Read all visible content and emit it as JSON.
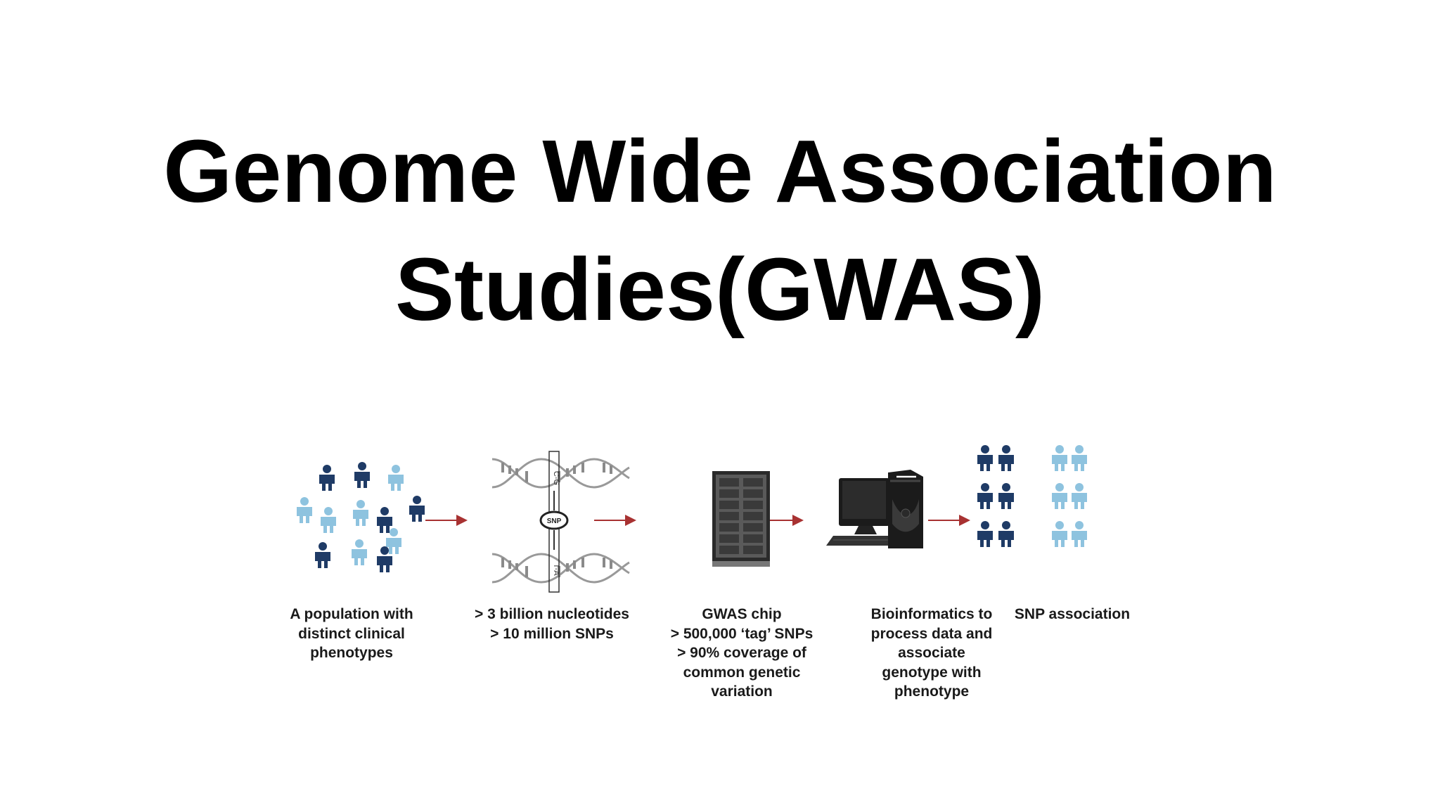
{
  "title": {
    "line1": "Genome Wide Association",
    "line2": "Studies(GWAS)"
  },
  "colors": {
    "dark_person": "#1f3b66",
    "light_person": "#8ec3df",
    "arrow": "#a83232",
    "dna": "#999999",
    "computer": "#1b1b1b"
  },
  "icons": [
    "population-icon",
    "dna-double-helix-icon",
    "gwas-chip-icon",
    "computer-icon",
    "snp-association-icon"
  ],
  "steps": [
    {
      "lines": [
        "A population with",
        "distinct clinical",
        "phenotypes"
      ]
    },
    {
      "lines": [
        "> 3 billion nucleotides",
        "> 10 million SNPs"
      ]
    },
    {
      "lines": [
        "GWAS chip",
        "> 500,000 ‘tag’ SNPs",
        "> 90% coverage of",
        "common genetic",
        "variation"
      ]
    },
    {
      "lines": [
        "Bioinformatics to",
        "process data and",
        "associate",
        "genotype with",
        "phenotype"
      ]
    },
    {
      "lines": [
        "SNP association"
      ]
    }
  ],
  "dna": {
    "snp_label": "SNP",
    "top_bases": "C-G",
    "bottom_bases": "T-A"
  }
}
